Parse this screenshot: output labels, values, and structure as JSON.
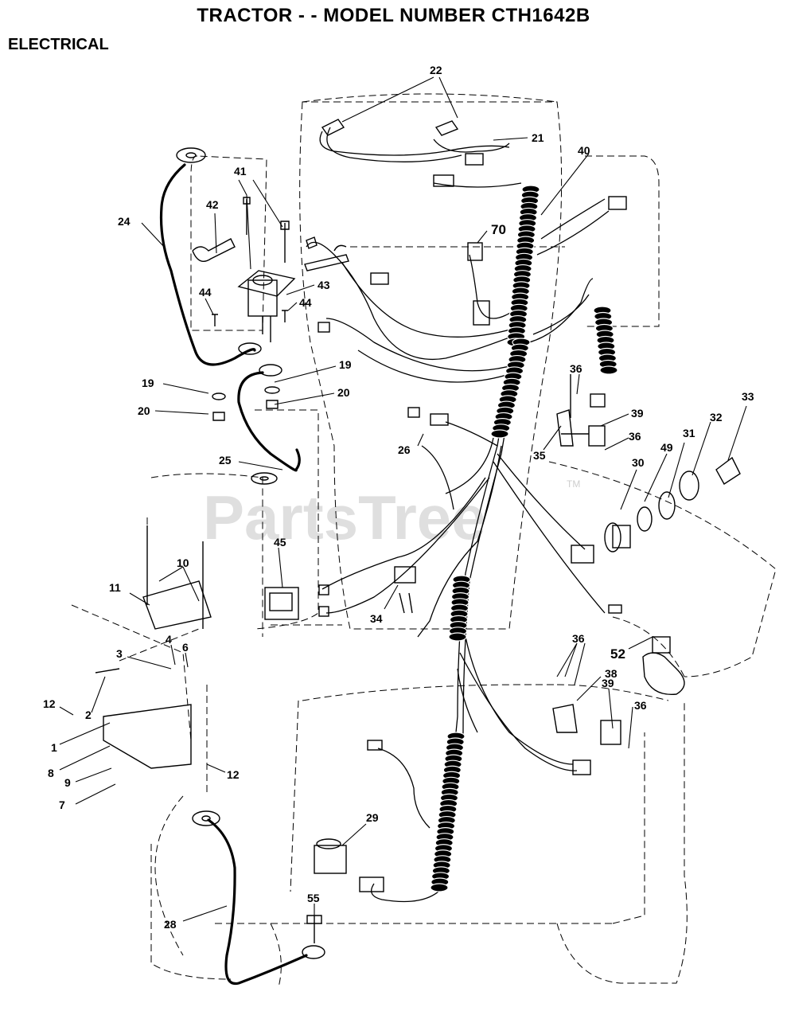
{
  "header": {
    "title": "TRACTOR - - MODEL NUMBER CTH1642B",
    "section": "ELECTRICAL"
  },
  "watermark": {
    "text": "PartsTree",
    "tm": "TM"
  },
  "callouts": {
    "c1": "1",
    "c2": "2",
    "c3": "3",
    "c4": "4",
    "c6": "6",
    "c7": "7",
    "c8": "8",
    "c9": "9",
    "c10": "10",
    "c11": "11",
    "c12a": "12",
    "c12b": "12",
    "c19a": "19",
    "c19b": "19",
    "c20a": "20",
    "c20b": "20",
    "c21": "21",
    "c22": "22",
    "c24": "24",
    "c25": "25",
    "c26": "26",
    "c28": "28",
    "c29": "29",
    "c30": "30",
    "c31": "31",
    "c32": "32",
    "c33": "33",
    "c34": "34",
    "c35": "35",
    "c36a": "36",
    "c36b": "36",
    "c36c": "36",
    "c36d": "36",
    "c38": "38",
    "c39a": "39",
    "c39b": "39",
    "c40": "40",
    "c41": "41",
    "c42": "42",
    "c43": "43",
    "c44a": "44",
    "c44b": "44",
    "c45": "45",
    "c49": "49",
    "c52": "52",
    "c55": "55",
    "c70": "70"
  }
}
